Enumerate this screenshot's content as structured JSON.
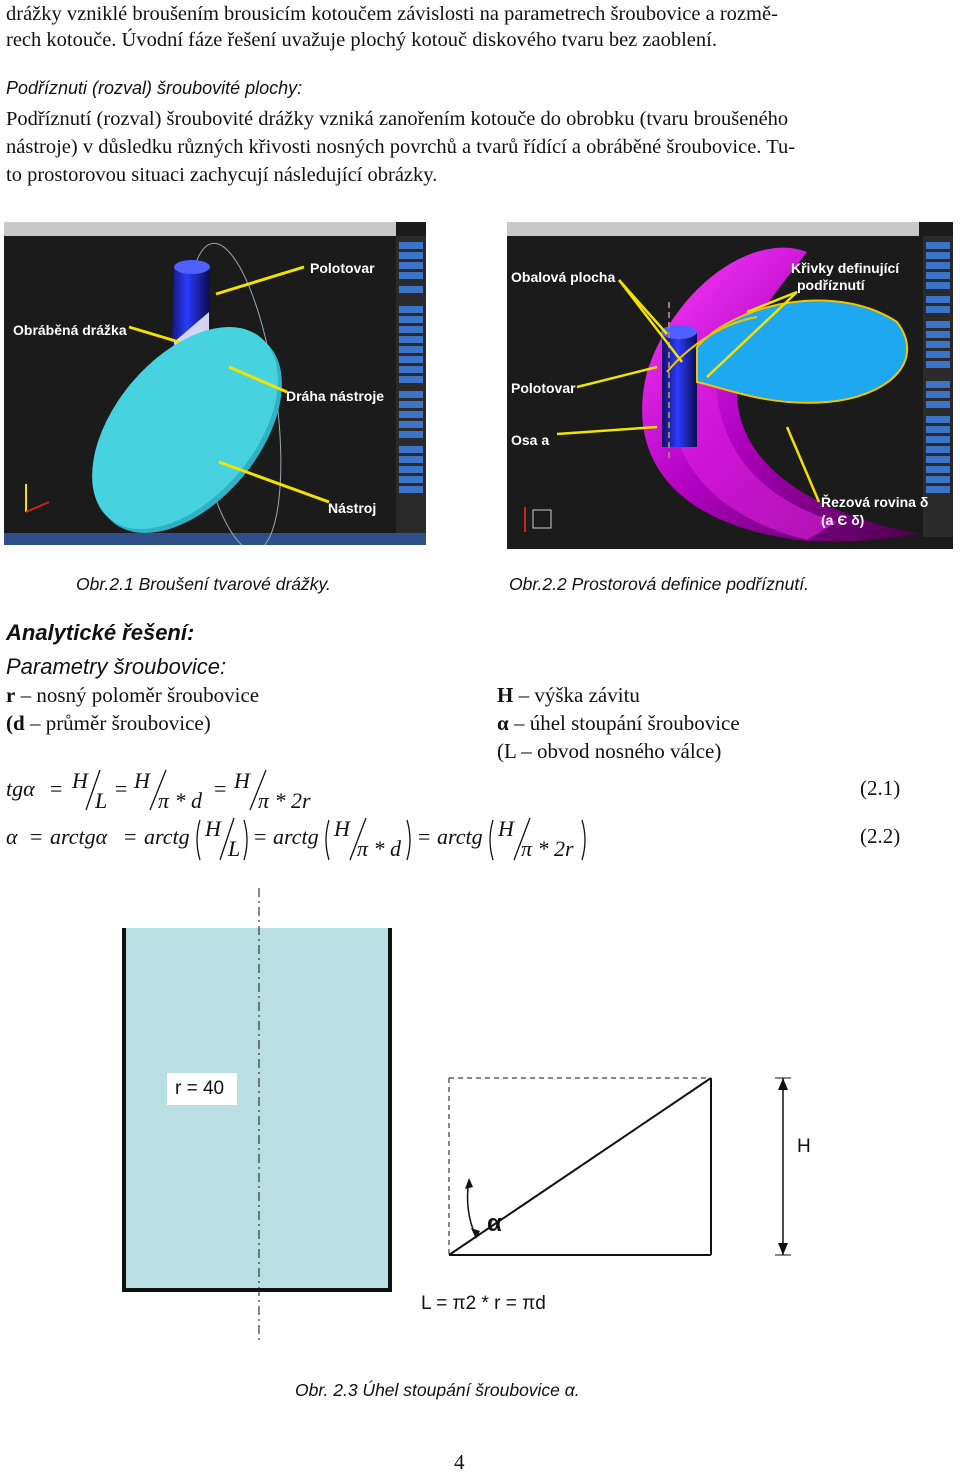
{
  "intro": {
    "line1": "drážky vzniklé broušením brousicím kotoučem závislosti na parametrech šroubovice a rozmě-",
    "line2": "rech kotouče. Úvodní fáze řešení uvažuje plochý kotouč diskového tvaru bez zaoblení."
  },
  "section1": {
    "heading": "Podříznuti (rozval) šroubovité plochy:",
    "para1": "Podříznutí (rozval) šroubovité drážky vzniká zanořením kotouče do obrobku (tvaru broušeného",
    "para2": "nástroje) v důsledku různých křivosti nosných povrchů a tvarů řídící a obráběné šroubovice. Tu-",
    "para3": "to prostorovou situaci zachycují následující obrázky."
  },
  "figure1": {
    "labels": {
      "polotovar": "Polotovar",
      "obrabena": "Obráběná drážka",
      "draha": "Dráha nástroje",
      "nastroj": "Nástroj"
    },
    "caption": "Obr.2.1  Broušení tvarové drážky."
  },
  "figure2": {
    "labels": {
      "obalova": "Obalová plocha",
      "krivky1": "Křivky definující",
      "krivky2": "podříznutí",
      "polotovar": "Polotovar",
      "osa": "Osa  a",
      "rezova1": "Řezová rovina δ",
      "rezova2": "(a Є δ)"
    },
    "caption": "Obr.2.2  Prostorová definice podříznutí."
  },
  "section2": {
    "heading": "Analytické řešení:",
    "subheading": "Parametry šroubovice:",
    "params_left": [
      {
        "sym": "r",
        "text": " – nosný poloměr šroubovice"
      },
      {
        "sym": "(d",
        "text": " – průměr šroubovice)"
      }
    ],
    "params_right": [
      {
        "sym": "H",
        "text": "  – výška závitu"
      },
      {
        "sym": "α",
        "text": " – úhel stoupání šroubovice"
      },
      {
        "sym": "",
        "text": "(L – obvod nosného válce)"
      }
    ]
  },
  "equations": {
    "eq1_number": "(2.1)",
    "eq2_number": "(2.2)",
    "tg": "tgα",
    "alpha": "α",
    "arctgalpha": "arctgα",
    "arctg": "arctg",
    "H": "H",
    "L": "L",
    "pi_d": "π * d",
    "pi_2r": "π * 2r",
    "eq": "="
  },
  "figure3": {
    "r_label": "r = 40",
    "H_label": "H",
    "alpha_label": "α",
    "L_label": "L = π2 * r = πd",
    "caption": "Obr. 2.3  Úhel stoupání šroubovice α.",
    "fill_color": "#b9dfe3"
  },
  "page_number": "4"
}
